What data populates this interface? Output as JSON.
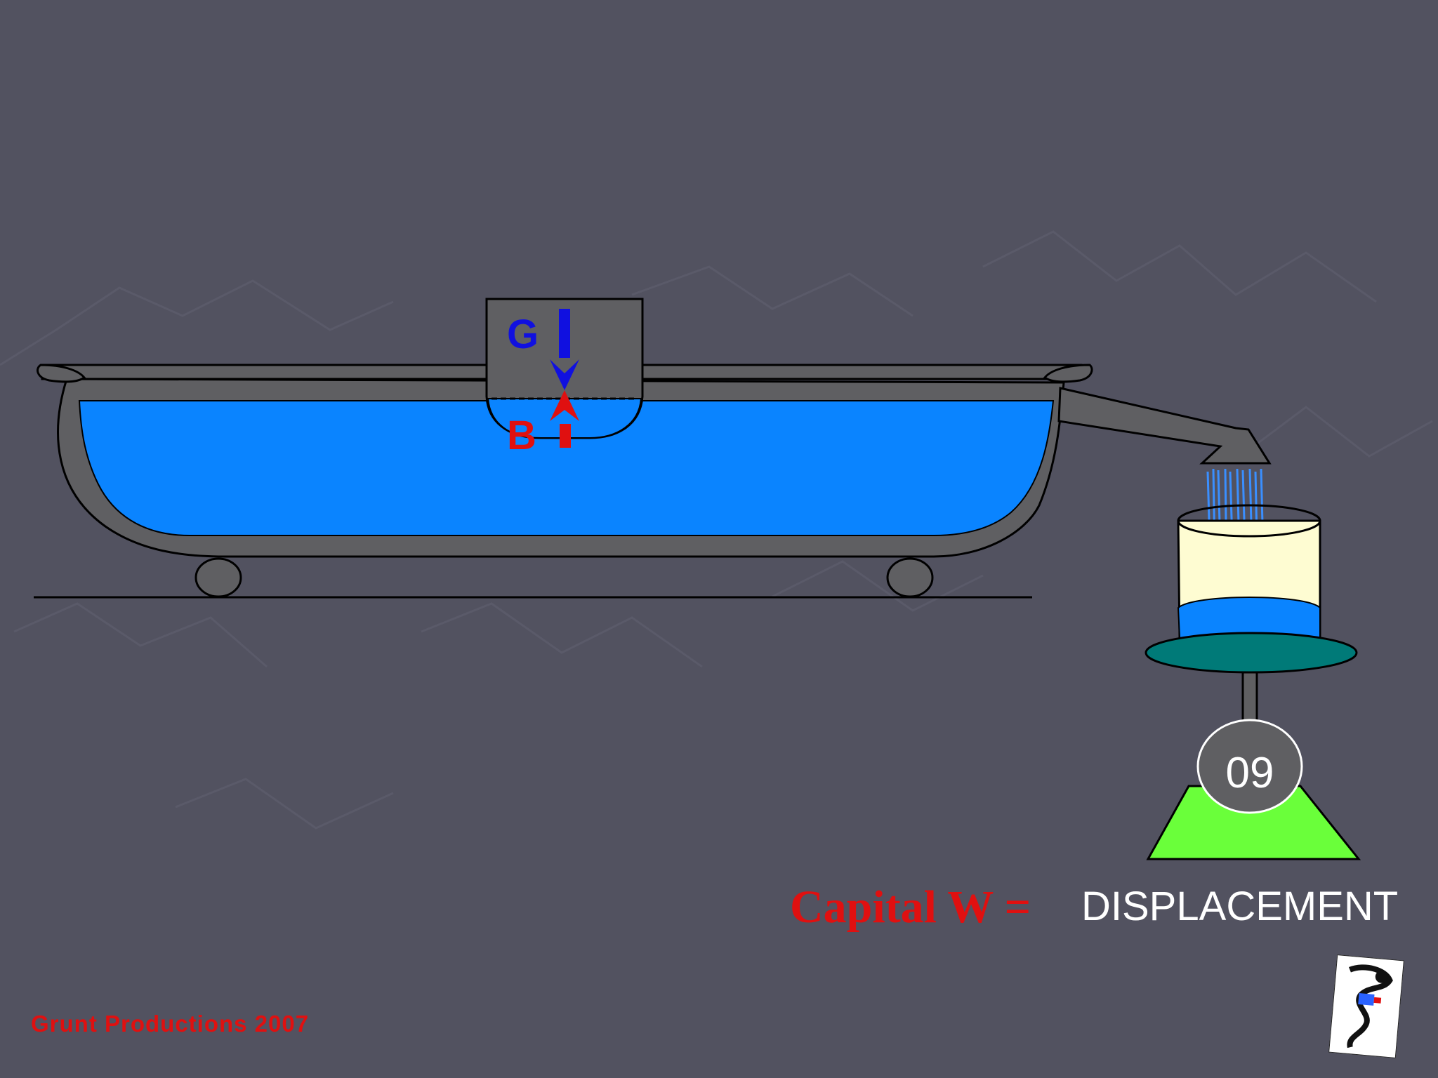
{
  "labels": {
    "gravity": "G",
    "buoyancy": "B",
    "scale_reading": "09"
  },
  "caption": {
    "left": "Capital W =",
    "right": "DISPLACEMENT"
  },
  "credit": "Grunt Productions 2007",
  "colors": {
    "background": "#525260",
    "water": "#0a84ff",
    "gravity_arrow": "#1010e0",
    "buoyancy_arrow": "#e01010",
    "tub": "#5f5f62",
    "scale_base": "#6aff3a",
    "scale_pan": "#007a78",
    "beaker_glass": "#fefcd2",
    "caption_red": "#e01010"
  },
  "icons": [
    "bathtub-icon",
    "spout-icon",
    "beaker-icon",
    "scale-icon",
    "logo-icon"
  ]
}
